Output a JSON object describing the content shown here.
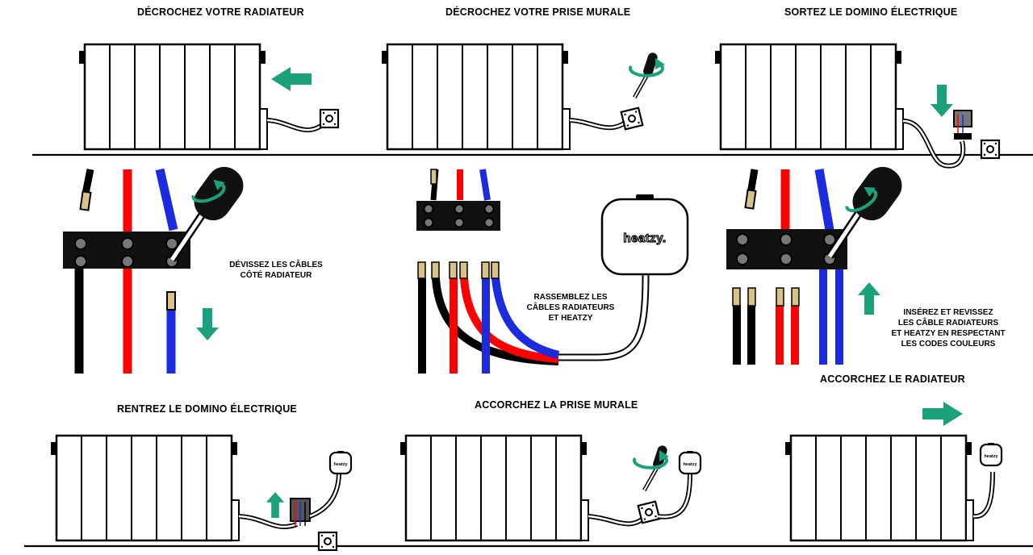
{
  "colors": {
    "accent_arrow": "#1aa37a",
    "wire_phase": "#000000",
    "wire_live": "#ff0000",
    "wire_neutral": "#1a2be0",
    "outline": "#000000",
    "background": "#ffffff"
  },
  "steps": {
    "s1": {
      "title": "DÉCROCHEZ VOTRE RADIATEUR"
    },
    "s2": {
      "title": "DÉCROCHEZ VOTRE PRISE MURALE"
    },
    "s3": {
      "title": "SORTEZ LE DOMINO ÉLECTRIQUE"
    },
    "s4": {
      "note_lines": [
        "DÉVISSEZ LES CÂBLES",
        "CÔTÉ RADIATEUR"
      ]
    },
    "s5": {
      "note_lines": [
        "RASSEMBLEZ LES",
        "CÂBLES RADIATEURS",
        "ET HEATZY"
      ],
      "device_brand": "heatzy."
    },
    "s6": {
      "note_lines": [
        "INSÉREZ ET REVISSEZ",
        "LES CÂBLE RADIATEURS",
        "ET HEATZY EN RESPECTANT",
        "LES CODES COULEURS"
      ]
    },
    "s7": {
      "title": "RENTREZ LE DOMINO ÉLECTRIQUE",
      "device_brand": "heatzy"
    },
    "s8": {
      "title": "ACCORCHEZ LA PRISE MURALE",
      "device_brand": "heatzy"
    },
    "s9": {
      "title": "ACCORCHEZ LE RADIATEUR",
      "device_brand": "heatzy"
    }
  },
  "icons": [
    "radiator-icon",
    "wall-socket-icon",
    "screwdriver-icon",
    "rotate-arrow-icon",
    "terminal-block-icon",
    "heatzy-device-icon",
    "move-arrow-icon"
  ]
}
